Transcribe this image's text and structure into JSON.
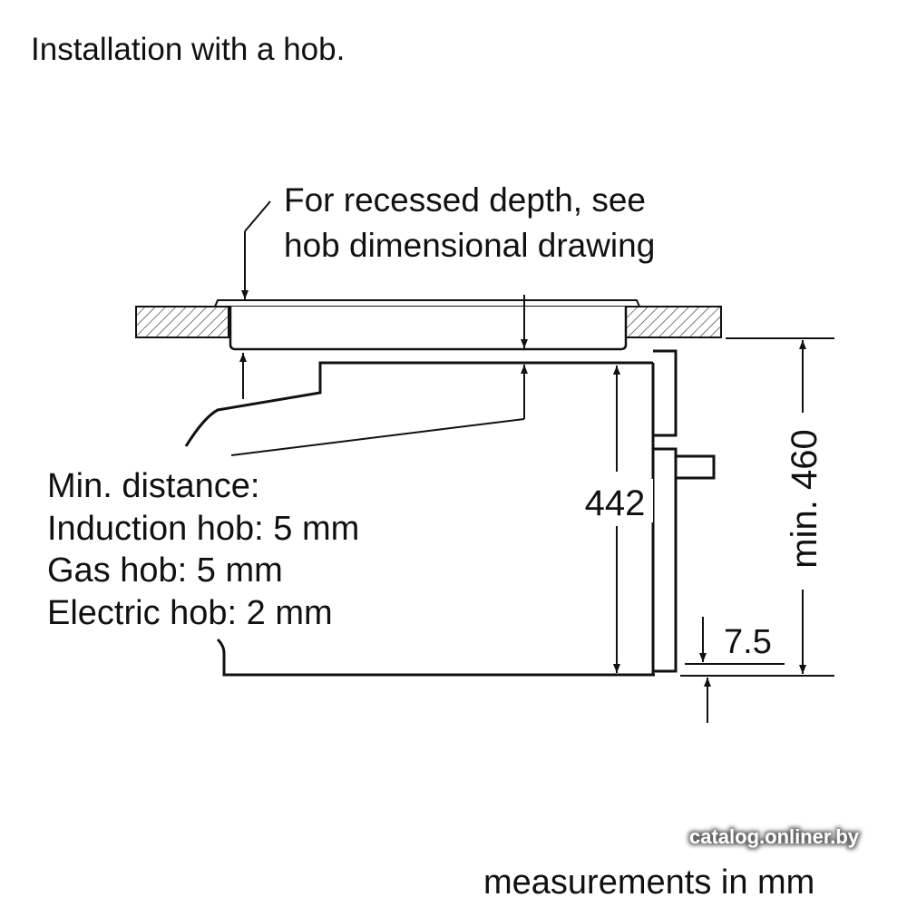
{
  "title": "Installation with a hob.",
  "callout": {
    "line1": "For recessed depth, see",
    "line2": "hob dimensional drawing"
  },
  "min_distance": {
    "heading": "Min. distance:",
    "items": [
      "Induction hob: 5 mm",
      "Gas hob: 5 mm",
      "Electric hob: 2 mm"
    ]
  },
  "dimensions": {
    "oven_height": "442",
    "cutout_height": "min. 460",
    "offset": "7.5"
  },
  "units_note": "measurements in mm",
  "watermark": "catalog.onliner.by"
}
